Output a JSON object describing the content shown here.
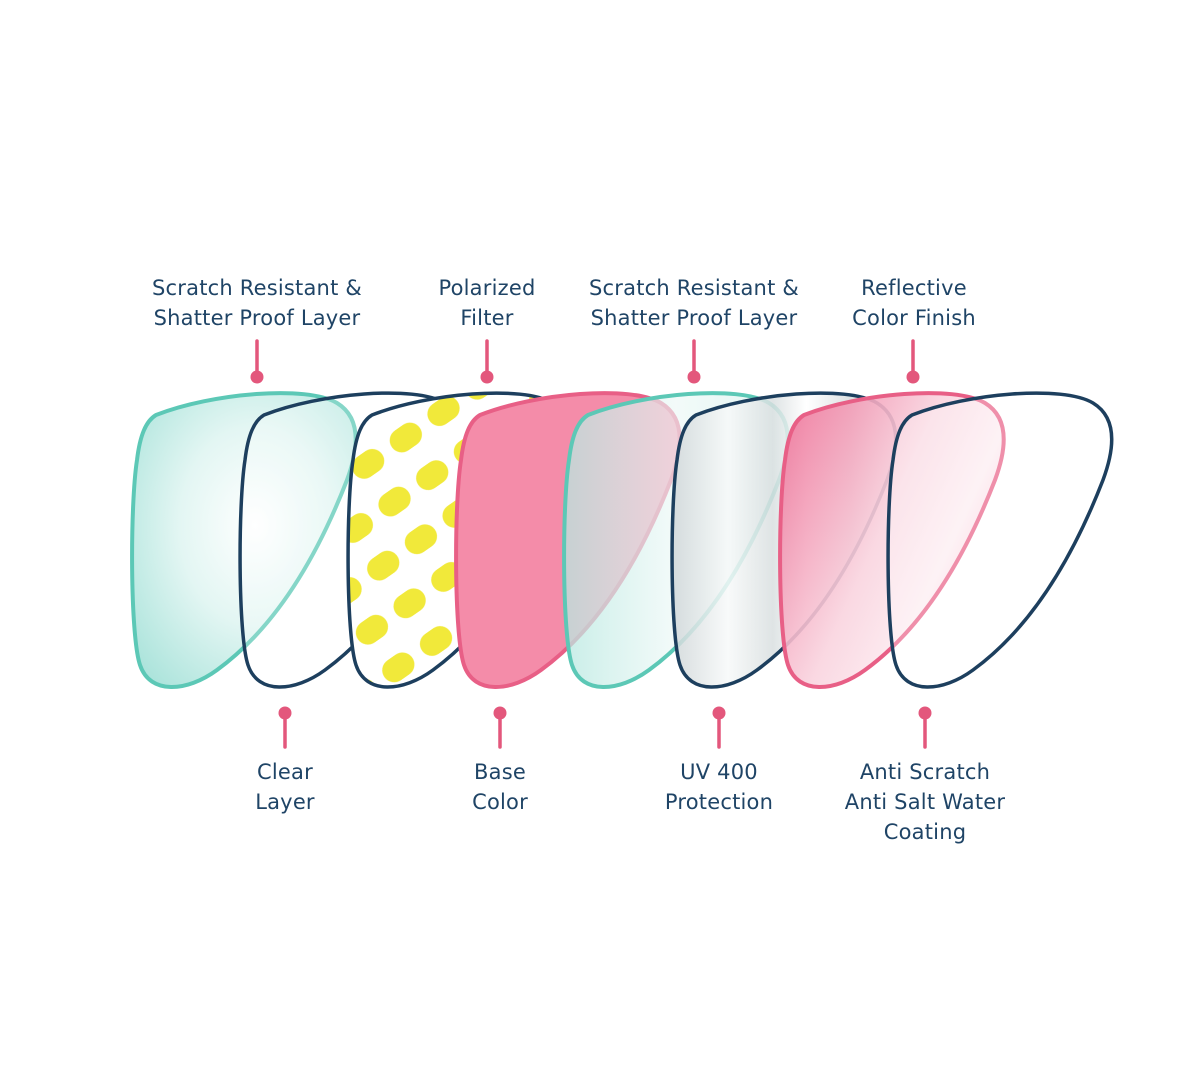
{
  "colors": {
    "teal": "#5cc8b6",
    "navy": "#1d3f5e",
    "pink": "#e85f86",
    "pink_fill": "#f48ca9",
    "yellow": "#f1e93a",
    "text": "#1f4466",
    "pointer": "#e3577c"
  },
  "top_labels": [
    {
      "line1": "Scratch Resistant &",
      "line2": "Shatter Proof Layer"
    },
    {
      "line1": "Polarized",
      "line2": "Filter"
    },
    {
      "line1": "Scratch Resistant &",
      "line2": "Shatter Proof Layer"
    },
    {
      "line1": "Reflective",
      "line2": "Color Finish"
    }
  ],
  "bottom_labels": [
    {
      "line1": "Clear",
      "line2": "Layer",
      "line3": ""
    },
    {
      "line1": "Base",
      "line2": "Color",
      "line3": ""
    },
    {
      "line1": "UV 400",
      "line2": "Protection",
      "line3": ""
    },
    {
      "line1": "Anti Scratch",
      "line2": "Anti Salt Water",
      "line3": "Coating"
    }
  ],
  "lens_layers": [
    {
      "name": "scratch-resistant-layer-1",
      "style": "teal"
    },
    {
      "name": "clear-layer",
      "style": "navy-outline"
    },
    {
      "name": "polarized-filter",
      "style": "yellow-pattern"
    },
    {
      "name": "base-color",
      "style": "pink"
    },
    {
      "name": "scratch-resistant-layer-2",
      "style": "teal"
    },
    {
      "name": "uv-400-protection",
      "style": "silver"
    },
    {
      "name": "reflective-color-finish",
      "style": "pink-gradient"
    },
    {
      "name": "anti-scratch-coating",
      "style": "navy-outline"
    }
  ]
}
